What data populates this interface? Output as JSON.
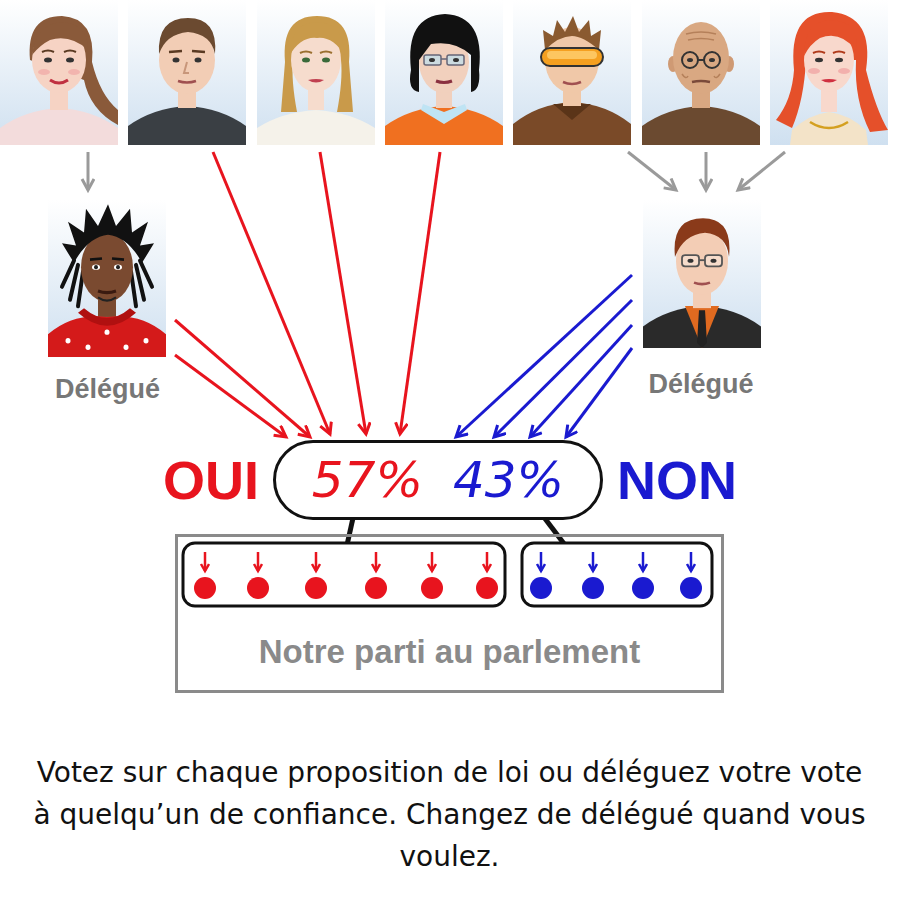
{
  "diagram": {
    "caption": "Votez sur chaque proposition de loi ou déléguez votre vote à quelqu’un de confiance. Changez de délégué quand vous voulez.",
    "nodes": [
      {
        "text": [
          "Délégué"
        ]
      },
      {
        "text": [
          "Délégué"
        ]
      },
      {
        "text": [
          "OUI",
          "57%",
          "43%",
          "NON"
        ]
      },
      {
        "text": [
          "Notre parti au parlement"
        ]
      }
    ],
    "edges": [
      {
        "from": 0,
        "to": 2,
        "arrow": "to"
      },
      {
        "from": 0,
        "to": 2,
        "arrow": "to"
      },
      {
        "from": 1,
        "to": 2,
        "arrow": "to"
      },
      {
        "from": 1,
        "to": 2,
        "arrow": "to"
      },
      {
        "from": 1,
        "to": 2,
        "arrow": "to"
      },
      {
        "from": 1,
        "to": 2,
        "arrow": "to"
      }
    ]
  }
}
